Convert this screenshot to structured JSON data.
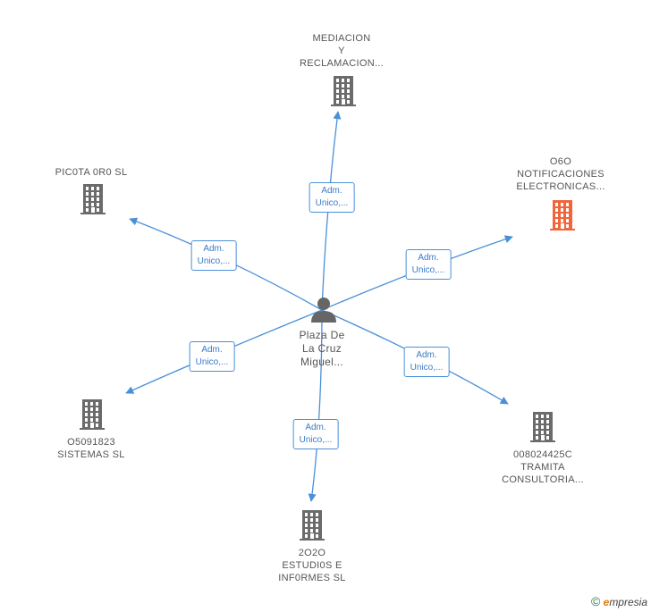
{
  "colors": {
    "edge": "#4a90d9",
    "building": "#6b6b6b",
    "building_highlight": "#f0663a",
    "person": "#666666"
  },
  "center": {
    "label": "Plaza De\nLa Cruz\nMiguel...",
    "icon": "person-icon"
  },
  "nodes": [
    {
      "id": "mediacion",
      "label": "MEDIACION\nY\nRECLAMACION...",
      "icon": "building-icon",
      "highlight": false,
      "edge_label": "Adm.\nUnico,..."
    },
    {
      "id": "o6o",
      "label": "O6O\nNOTIFICACIONES\nELECTRONICAS...",
      "icon": "building-icon",
      "highlight": true,
      "edge_label": "Adm.\nUnico,..."
    },
    {
      "id": "008024425c",
      "label": "008024425C\nTRAMITA\nCONSULTORIA...",
      "icon": "building-icon",
      "highlight": false,
      "edge_label": "Adm.\nUnico,..."
    },
    {
      "id": "2o2o",
      "label": "2O2O\nESTUDI0S E\nINF0RMES SL",
      "icon": "building-icon",
      "highlight": false,
      "edge_label": "Adm.\nUnico,..."
    },
    {
      "id": "o5091823",
      "label": "O5091823\nSISTEMAS SL",
      "icon": "building-icon",
      "highlight": false,
      "edge_label": "Adm.\nUnico,..."
    },
    {
      "id": "picota",
      "label": "PIC0TA 0R0 SL",
      "icon": "building-icon",
      "highlight": false,
      "edge_label": "Adm.\nUnico,..."
    }
  ],
  "footer": {
    "copyright": "©",
    "brand_first": "e",
    "brand_rest": "mpresia"
  }
}
